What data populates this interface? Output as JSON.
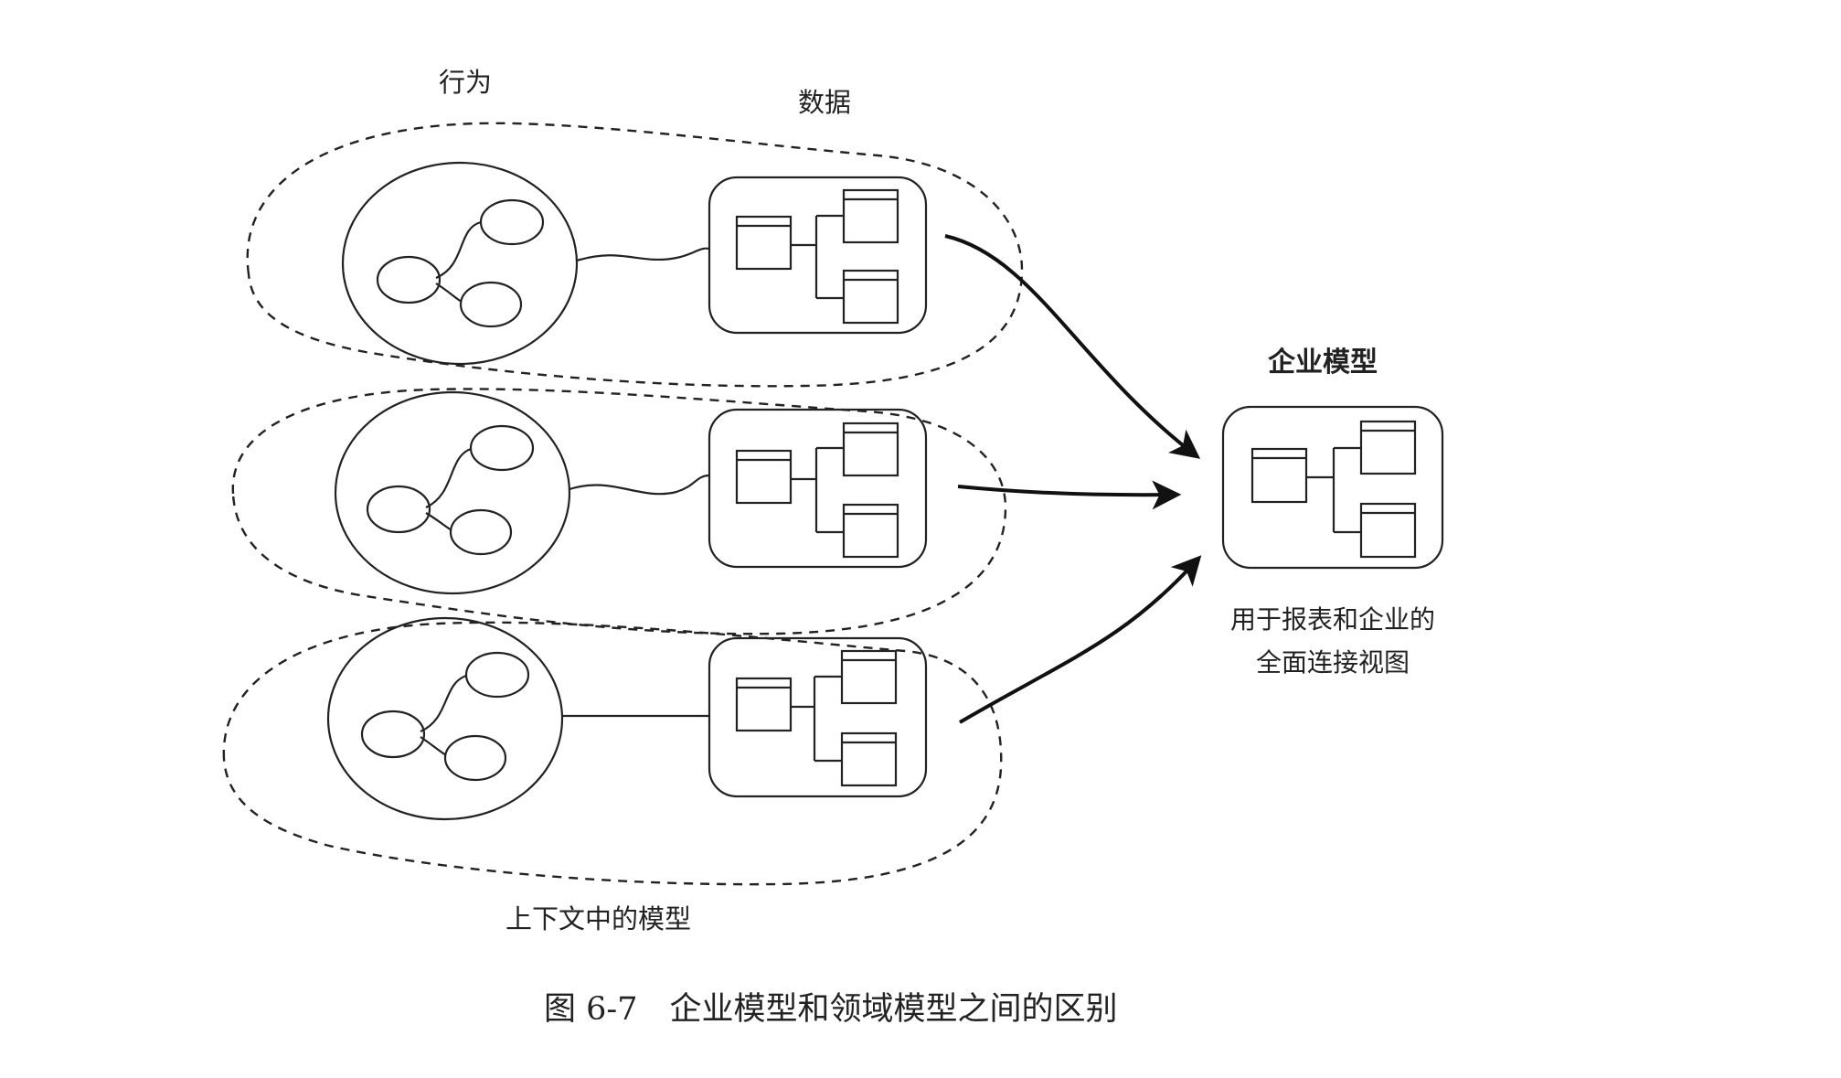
{
  "labels": {
    "behavior": "行为",
    "data": "数据",
    "enterprise_model": "企业模型",
    "enterprise_desc_line1": "用于报表和企业的",
    "enterprise_desc_line2": "全面连接视图",
    "context_models": "上下文中的模型"
  },
  "caption": "图 6-7　企业模型和领域模型之间的区别"
}
